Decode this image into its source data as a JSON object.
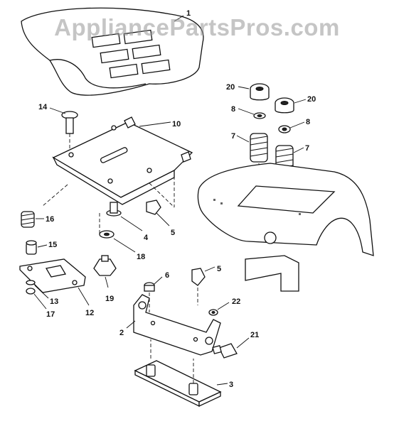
{
  "watermark": "AppliancePartsPros.com",
  "callouts": {
    "c1": "1",
    "c14": "14",
    "c10": "10",
    "c20a": "20",
    "c20b": "20",
    "c8a": "8",
    "c8b": "8",
    "c7a": "7",
    "c7b": "7",
    "c16": "16",
    "c15": "15",
    "c4": "4",
    "c5a": "5",
    "c18": "18",
    "c12": "12",
    "c13": "13",
    "c17": "17",
    "c19": "19",
    "c6": "6",
    "c5b": "5",
    "c22": "22",
    "c2": "2",
    "c21": "21",
    "c3": "3"
  },
  "colors": {
    "line": "#111111",
    "watermark": "#969696",
    "background": "#ffffff"
  }
}
